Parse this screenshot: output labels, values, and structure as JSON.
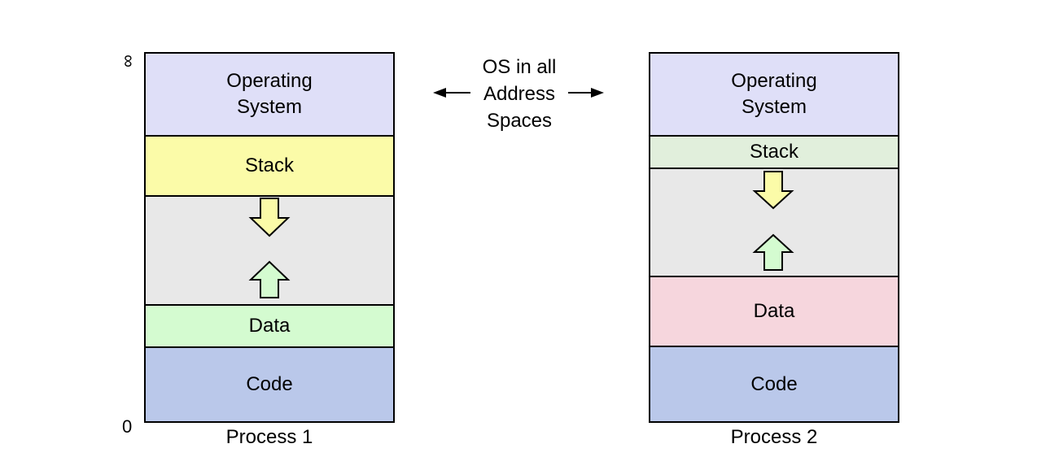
{
  "axis": {
    "top_label": "∞",
    "bottom_label": "0"
  },
  "middle_note": {
    "line1": "OS in all",
    "line2": "Address",
    "line3": "Spaces"
  },
  "process1": {
    "label": "Process 1",
    "segments": {
      "os": "Operating\nSystem",
      "stack": "Stack",
      "data": "Data",
      "code": "Code"
    }
  },
  "process2": {
    "label": "Process 2",
    "segments": {
      "os": "Operating\nSystem",
      "stack": "Stack",
      "data": "Data",
      "code": "Code"
    }
  },
  "colors": {
    "os": "#dfdff8",
    "p1_stack": "#fbfba8",
    "free": "#e8e8e8",
    "p1_data": "#d4fbd0",
    "code": "#bac8ea",
    "p2_stack": "#e1efdc",
    "p2_data": "#f6d6dd",
    "down_arrow": "#fbfba8",
    "up_arrow": "#d4fbd0"
  }
}
